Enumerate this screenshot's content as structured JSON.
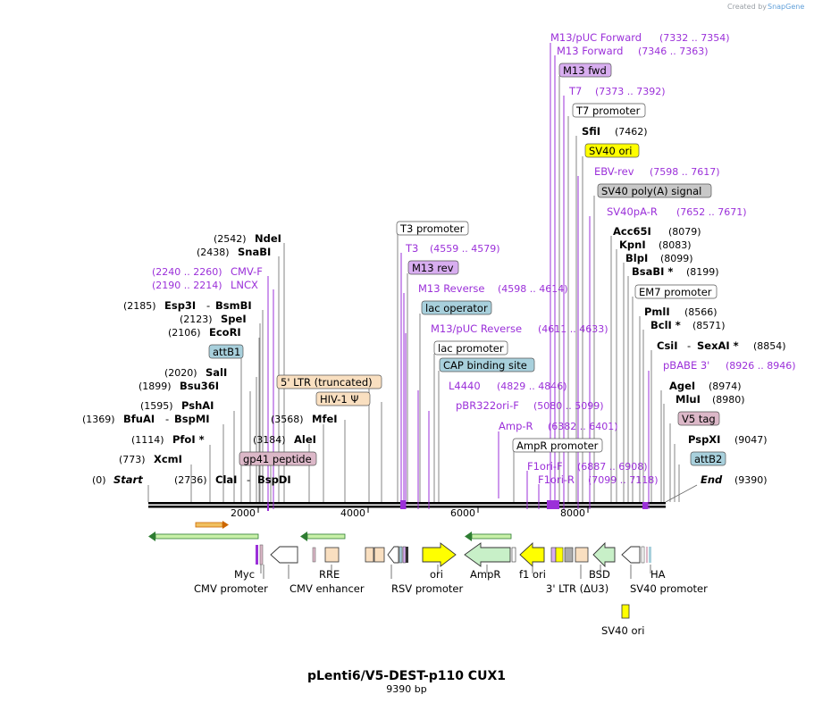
{
  "credit": {
    "prefix": "Created by",
    "brand": "SnapGene"
  },
  "title": "pLenti6/V5-DEST-p110 CUX1",
  "subtitle": "9390 bp",
  "ruler": {
    "ticks": [
      "2000",
      "4000",
      "6000",
      "8000"
    ]
  },
  "colors": {
    "primer": "#9b30d9",
    "arrow_green": "#2e7d32",
    "orange": "#cc6600"
  },
  "sites": [
    {
      "pos": "(0)",
      "name": "Start",
      "italic": true
    },
    {
      "pos": "(773)",
      "name": "XcmI"
    },
    {
      "pos": "(1114)",
      "name": "PfoI *"
    },
    {
      "pos": "(1369)",
      "name": "BfuAI",
      "sep": "-",
      "name2": "BspMI"
    },
    {
      "pos": "(1595)",
      "name": "PshAI"
    },
    {
      "pos": "(1899)",
      "name": "Bsu36I"
    },
    {
      "pos": "(2020)",
      "name": "SalI"
    },
    {
      "pos": "(2106)",
      "name": "EcoRI"
    },
    {
      "pos": "(2123)",
      "name": "SpeI"
    },
    {
      "pos": "(2185)",
      "name": "Esp3I",
      "sep": "-",
      "name2": "BsmBI"
    },
    {
      "pos": "(2438)",
      "name": "SnaBI"
    },
    {
      "pos": "(2542)",
      "name": "NdeI"
    },
    {
      "pos": "(2736)",
      "name": "ClaI",
      "sep": "-",
      "name2": "BspDI"
    },
    {
      "pos": "(3184)",
      "name": "AleI"
    },
    {
      "pos": "(3568)",
      "name": "MfeI"
    },
    {
      "name": "SfiI",
      "pos": "(7462)"
    },
    {
      "name": "Acc65I",
      "pos": "(8079)"
    },
    {
      "name": "KpnI",
      "pos": "(8083)"
    },
    {
      "name": "BlpI",
      "pos": "(8099)"
    },
    {
      "name": "BsaBI *",
      "pos": "(8199)"
    },
    {
      "name": "PmlI",
      "pos": "(8566)"
    },
    {
      "name": "BclI *",
      "pos": "(8571)"
    },
    {
      "name": "CsiI",
      "sep": "-",
      "name2": "SexAI *",
      "pos": "(8854)"
    },
    {
      "name": "AgeI",
      "pos": "(8974)"
    },
    {
      "name": "MluI",
      "pos": "(8980)"
    },
    {
      "name": "PspXI",
      "pos": "(9047)"
    },
    {
      "name": "End",
      "pos": "(9390)",
      "italic": true
    }
  ],
  "primers": [
    {
      "pos": "(2240 .. 2260)",
      "name": "CMV-F"
    },
    {
      "pos": "(2190 .. 2214)",
      "name": "LNCX"
    },
    {
      "name": "T3",
      "pos": "(4559 .. 4579)"
    },
    {
      "name": "M13 Reverse",
      "pos": "(4598 .. 4614)"
    },
    {
      "name": "M13/pUC Reverse",
      "pos": "(4611 .. 4633)"
    },
    {
      "name": "L4440",
      "pos": "(4829 .. 4846)"
    },
    {
      "name": "pBR322ori-F",
      "pos": "(5080 .. 5099)"
    },
    {
      "name": "Amp-R",
      "pos": "(6382 .. 6401)"
    },
    {
      "name": "F1ori-F",
      "pos": "(6887 .. 6908)"
    },
    {
      "name": "F1ori-R",
      "pos": "(7099 .. 7118)"
    },
    {
      "name": "M13/pUC Forward",
      "pos": "(7332 .. 7354)"
    },
    {
      "name": "M13 Forward",
      "pos": "(7346 .. 7363)"
    },
    {
      "name": "T7",
      "pos": "(7373 .. 7392)"
    },
    {
      "name": "EBV-rev",
      "pos": "(7598 .. 7617)"
    },
    {
      "name": "SV40pA-R",
      "pos": "(7652 .. 7671)"
    },
    {
      "name": "pBABE 3'",
      "pos": "(8926 .. 8946)"
    }
  ],
  "boxed": [
    {
      "name": "attB1",
      "color": "#a8d0dc"
    },
    {
      "name": "5' LTR (truncated)",
      "color": "#f9dfc0"
    },
    {
      "name": "HIV-1 Ψ",
      "color": "#f9dfc0"
    },
    {
      "name": "gp41 peptide",
      "color": "#dcb8c8"
    },
    {
      "name": "T3 promoter",
      "color": "#ffffff"
    },
    {
      "name": "M13 rev",
      "color": "#d8aef0"
    },
    {
      "name": "lac operator",
      "color": "#a8d0dc"
    },
    {
      "name": "lac promoter",
      "color": "#ffffff"
    },
    {
      "name": "CAP binding site",
      "color": "#a8d0dc"
    },
    {
      "name": "AmpR promoter",
      "color": "#ffffff"
    },
    {
      "name": "M13 fwd",
      "color": "#d8aef0"
    },
    {
      "name": "T7 promoter",
      "color": "#ffffff"
    },
    {
      "name": "SV40 ori",
      "color": "#ffff00"
    },
    {
      "name": "SV40 poly(A) signal",
      "color": "#c8c8c8"
    },
    {
      "name": "EM7 promoter",
      "color": "#ffffff"
    },
    {
      "name": "V5 tag",
      "color": "#dcb8c8"
    },
    {
      "name": "attB2",
      "color": "#a8d0dc"
    }
  ],
  "features_top": [
    "Myc",
    "RRE",
    "ori",
    "AmpR",
    "f1 ori",
    "BSD",
    "HA"
  ],
  "features_bottom": [
    "CMV promoter",
    "CMV enhancer",
    "RSV promoter",
    "3' LTR (ΔU3)",
    "SV40 promoter"
  ],
  "extra_feature": "SV40 ori"
}
